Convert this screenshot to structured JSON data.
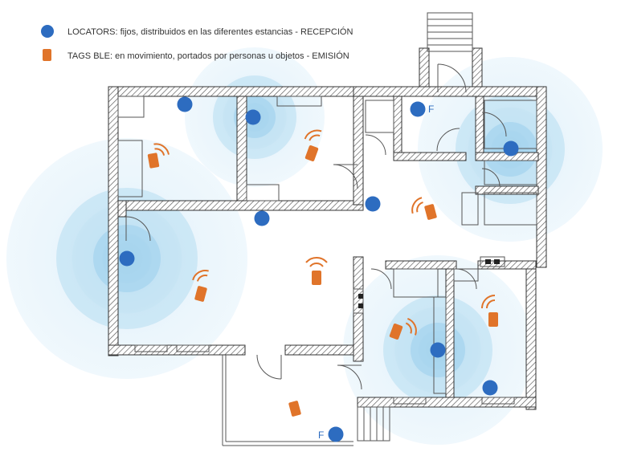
{
  "legend": {
    "locators": "LOCATORS:  fijos, distribuidos en las diferentes estancias - RECEPCIÓN",
    "tags": "TAGS BLE: en movimiento, portados por personas u objetos - EMISIÓN"
  },
  "colors": {
    "locator": "#2d6cc0",
    "tag": "#e0742a",
    "coverage": "#cfe9f7",
    "wall_hatch": "#555555"
  },
  "icons": {
    "locator": "locator-dot-icon",
    "tag": "ble-tag-icon",
    "wave": "signal-wave-icon"
  },
  "floorplan": {
    "locator_label": "F"
  }
}
